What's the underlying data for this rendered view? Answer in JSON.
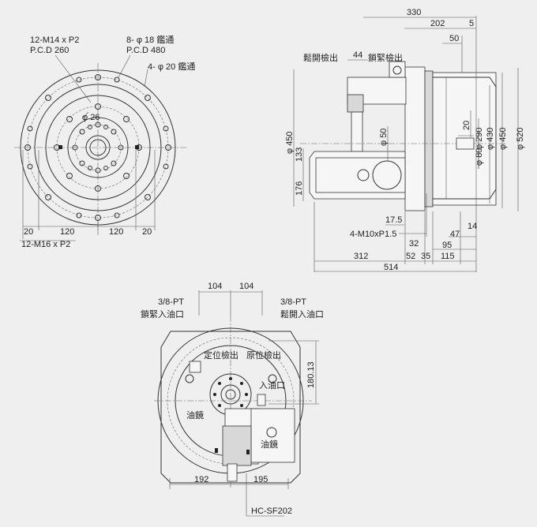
{
  "front_view": {
    "labels": {
      "tapped_holes_top": "12-M14 x P2",
      "pcd_top": "P.C.D 260",
      "through_holes": "8- φ 18 鑑通",
      "pcd_480": "P.C.D 480",
      "four_holes": "4- φ 20 鑑通",
      "dia_26": "φ 26",
      "tapped_holes_bottom": "12-M16 x P2"
    },
    "dims": [
      "20",
      "120",
      "120",
      "20"
    ]
  },
  "side_view": {
    "labels": {
      "unclamp_detect": "鬆開檢出",
      "clamp_detect": "鎖緊檢出",
      "dia_450_tol": "φ 450",
      "dia_50": "φ 50",
      "dia_20": "20",
      "dia_290": "φ 290",
      "dia_430": "φ 430",
      "dia_450": "φ 450",
      "dia_80": "φ 80",
      "dia_520": "φ 520",
      "thread": "4-M10xP1.5"
    },
    "dims": {
      "d330": "330",
      "d202": "202",
      "d5": "5",
      "d50": "50",
      "d44": "44",
      "d133": "133",
      "d176": "176",
      "d17_5": "17.5",
      "d32": "32",
      "d47": "47",
      "d14": "14",
      "d95": "95",
      "d312": "312",
      "d52": "52",
      "d35": "35",
      "d115": "115",
      "d514": "514"
    }
  },
  "bottom_view": {
    "labels": {
      "pt_left": "3/8-PT",
      "clamp_inlet": "鎖緊入油口",
      "pt_right": "3/8-PT",
      "unclamp_inlet": "鬆開入油口",
      "positioning": "定位檢出",
      "origin": "原位檢出",
      "oil_in": "入油口",
      "oil_gauge_left": "油鏡",
      "oil_gauge_right": "油鏡",
      "model": "HC-SF202"
    },
    "dims": {
      "d104a": "104",
      "d104b": "104",
      "d180": "180.13",
      "d192": "192",
      "d195": "195"
    }
  }
}
